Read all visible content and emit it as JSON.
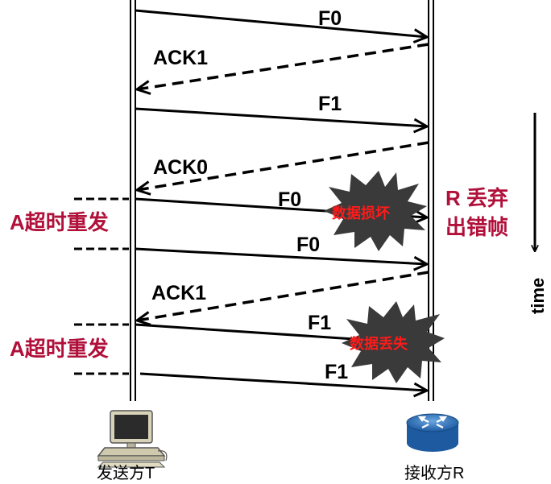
{
  "sender": {
    "label": "发送方T",
    "icon": "desktop-computer-icon"
  },
  "receiver": {
    "label": "接收方R",
    "icon": "router-icon"
  },
  "time_axis": {
    "label": "time"
  },
  "messages": [
    {
      "label": "F0",
      "direction": "to-receiver",
      "style": "solid"
    },
    {
      "label": "ACK1",
      "direction": "to-sender",
      "style": "dashed"
    },
    {
      "label": "F1",
      "direction": "to-receiver",
      "style": "solid"
    },
    {
      "label": "ACK0",
      "direction": "to-sender",
      "style": "dashed"
    },
    {
      "label": "F0",
      "direction": "to-receiver",
      "style": "solid"
    },
    {
      "label": "F0",
      "direction": "to-receiver",
      "style": "solid"
    },
    {
      "label": "ACK1",
      "direction": "to-sender",
      "style": "dashed"
    },
    {
      "label": "F1",
      "direction": "to-receiver",
      "style": "solid"
    },
    {
      "label": "F1",
      "direction": "to-receiver",
      "style": "solid"
    }
  ],
  "events": {
    "data_corrupted": "数据损坏",
    "data_lost": "数据丢失",
    "receiver_discard": [
      "R 丢弃",
      "出错帧"
    ]
  },
  "timeouts": {
    "first": "A超时重发",
    "second": "A超时重发"
  },
  "colors": {
    "annotation_red": "#b0103a",
    "burst_fill": "#3a3a3a",
    "burst_text": "#ff1a1a",
    "router_blue": "#2a6bb5"
  }
}
